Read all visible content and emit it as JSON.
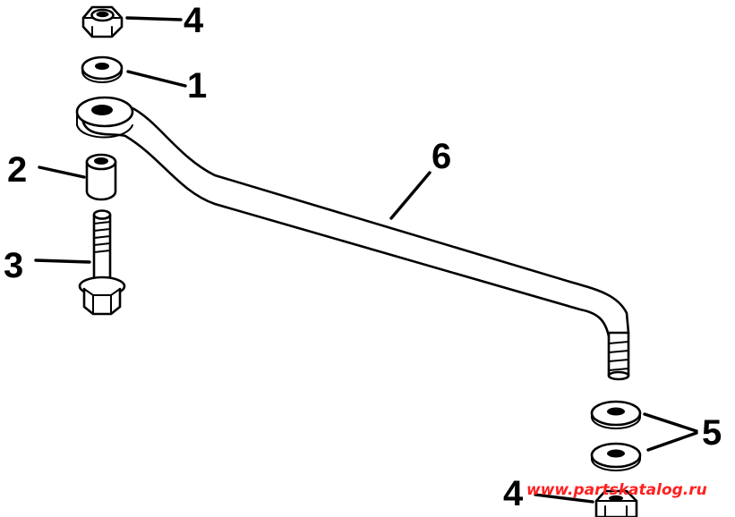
{
  "diagram": {
    "callouts": [
      {
        "id": "top-nut",
        "label": "4"
      },
      {
        "id": "top-washer",
        "label": "1"
      },
      {
        "id": "spacer",
        "label": "2"
      },
      {
        "id": "bolt",
        "label": "3"
      },
      {
        "id": "link-rod",
        "label": "6"
      },
      {
        "id": "washers",
        "label": "5"
      },
      {
        "id": "bottom-nut",
        "label": "4"
      }
    ],
    "watermark": "www.partskatalog.ru",
    "watermark_color": "#ff2020"
  }
}
